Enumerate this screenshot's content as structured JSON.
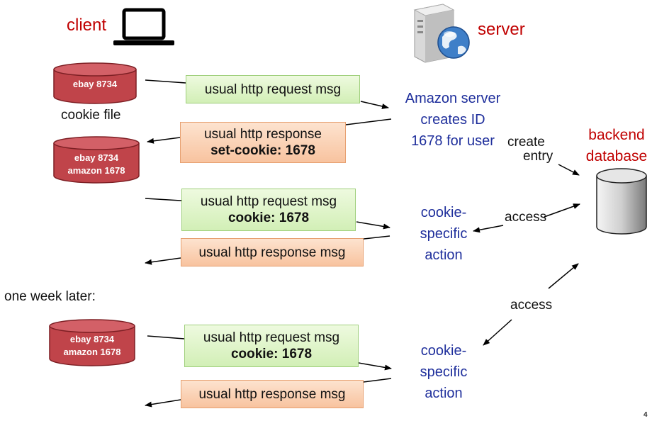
{
  "client": {
    "label": "client",
    "icon": "laptop-icon"
  },
  "server": {
    "label": "server",
    "icon": "server-globe-icon"
  },
  "backend": {
    "line1": "backend",
    "line2": "database",
    "icon": "database-cylinder-icon"
  },
  "cookie_file_label": "cookie file",
  "cookie_files": [
    {
      "lines": [
        "ebay 8734"
      ]
    },
    {
      "lines": [
        "ebay 8734",
        "amazon 1678"
      ]
    },
    {
      "lines": [
        "ebay 8734",
        "amazon 1678"
      ]
    }
  ],
  "messages": {
    "req1": {
      "line1": "usual http request msg"
    },
    "resp1": {
      "line1": "usual http response",
      "line2": "set-cookie: 1678"
    },
    "req2": {
      "line1": "usual http request msg",
      "line2": "cookie: 1678"
    },
    "resp2": {
      "line1": "usual http response msg"
    },
    "req3": {
      "line1": "usual http request msg",
      "line2": "cookie: 1678"
    },
    "resp3": {
      "line1": "usual http response msg"
    }
  },
  "server_actions": {
    "create": {
      "line1": "Amazon server",
      "line2": "creates ID",
      "line3": "1678 for user"
    },
    "action1": {
      "line1": "cookie-",
      "line2": "specific",
      "line3": "action"
    },
    "action2": {
      "line1": "cookie-",
      "line2": "specific",
      "line3": "action"
    }
  },
  "edge_labels": {
    "create": "create",
    "entry": "entry",
    "access1": "access",
    "access2": "access"
  },
  "one_week_later": "one week later:",
  "page_number": "4",
  "colors": {
    "red_label": "#c00000",
    "blue_text": "#1f2f9c",
    "cylinder_red": "#c0444a",
    "request_green": "#d2efb6",
    "response_orange": "#f8c39f"
  }
}
